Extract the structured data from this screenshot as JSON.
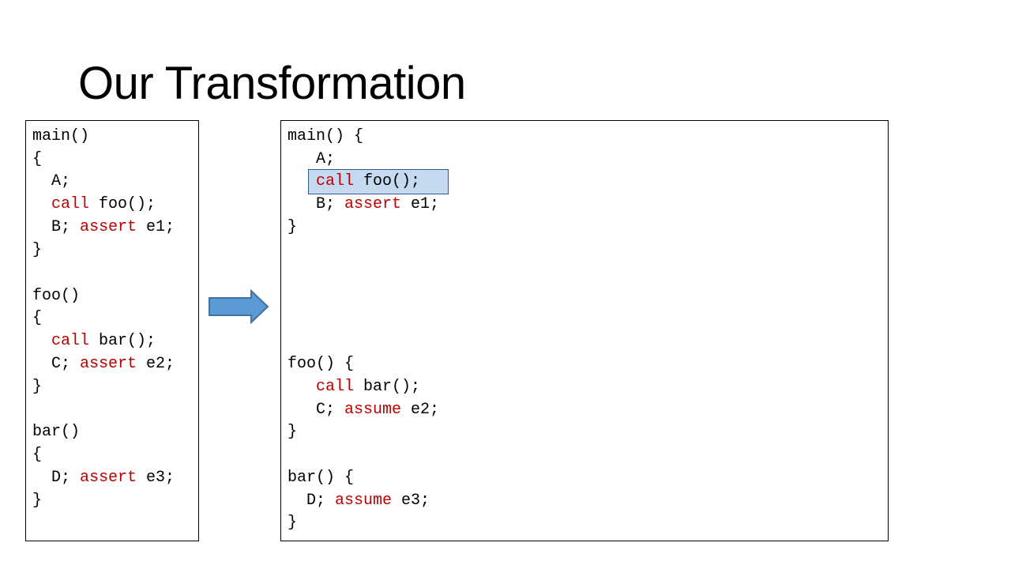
{
  "slide": {
    "title": "Our Transformation"
  },
  "colors": {
    "keyword": "#c00000",
    "highlight_fill": "#c5d9f1",
    "highlight_border": "#2f5d8c",
    "arrow_fill": "#5b9bd5",
    "arrow_stroke": "#41719c"
  },
  "icons": {
    "arrow": "right-arrow-icon"
  },
  "original": {
    "main_sig": "main()",
    "main_open": "{",
    "main_a": "  A;",
    "main_call_kw": "  call",
    "main_call_rest": " foo();",
    "main_b": "  B; ",
    "main_assert_kw": "assert",
    "main_assert_rest": " e1;",
    "main_close": "}",
    "foo_sig": "foo()",
    "foo_open": "{",
    "foo_call_kw": "  call",
    "foo_call_rest": " bar();",
    "foo_c": "  C; ",
    "foo_assert_kw": "assert",
    "foo_assert_rest": " e2;",
    "foo_close": "}",
    "bar_sig": "bar()",
    "bar_open": "{",
    "bar_d": "  D; ",
    "bar_assert_kw": "assert",
    "bar_assert_rest": " e3;",
    "bar_close": "}"
  },
  "transformed": {
    "main_sig": "main() {",
    "main_a": "   A;",
    "main_call_kw": "   call",
    "main_call_rest": " foo();",
    "main_b": "   B; ",
    "main_assert_kw": "assert",
    "main_assert_rest": " e1;",
    "main_close": "}",
    "foo_sig": "foo() {",
    "foo_call_kw": "   call",
    "foo_call_rest": " bar();",
    "foo_c": "   C; ",
    "foo_assume_kw": "assume",
    "foo_assume_rest": " e2;",
    "foo_close": "}",
    "bar_sig": "bar() {",
    "bar_d": "  D; ",
    "bar_assume_kw": "assume",
    "bar_assume_rest": " e3;",
    "bar_close": "}"
  }
}
